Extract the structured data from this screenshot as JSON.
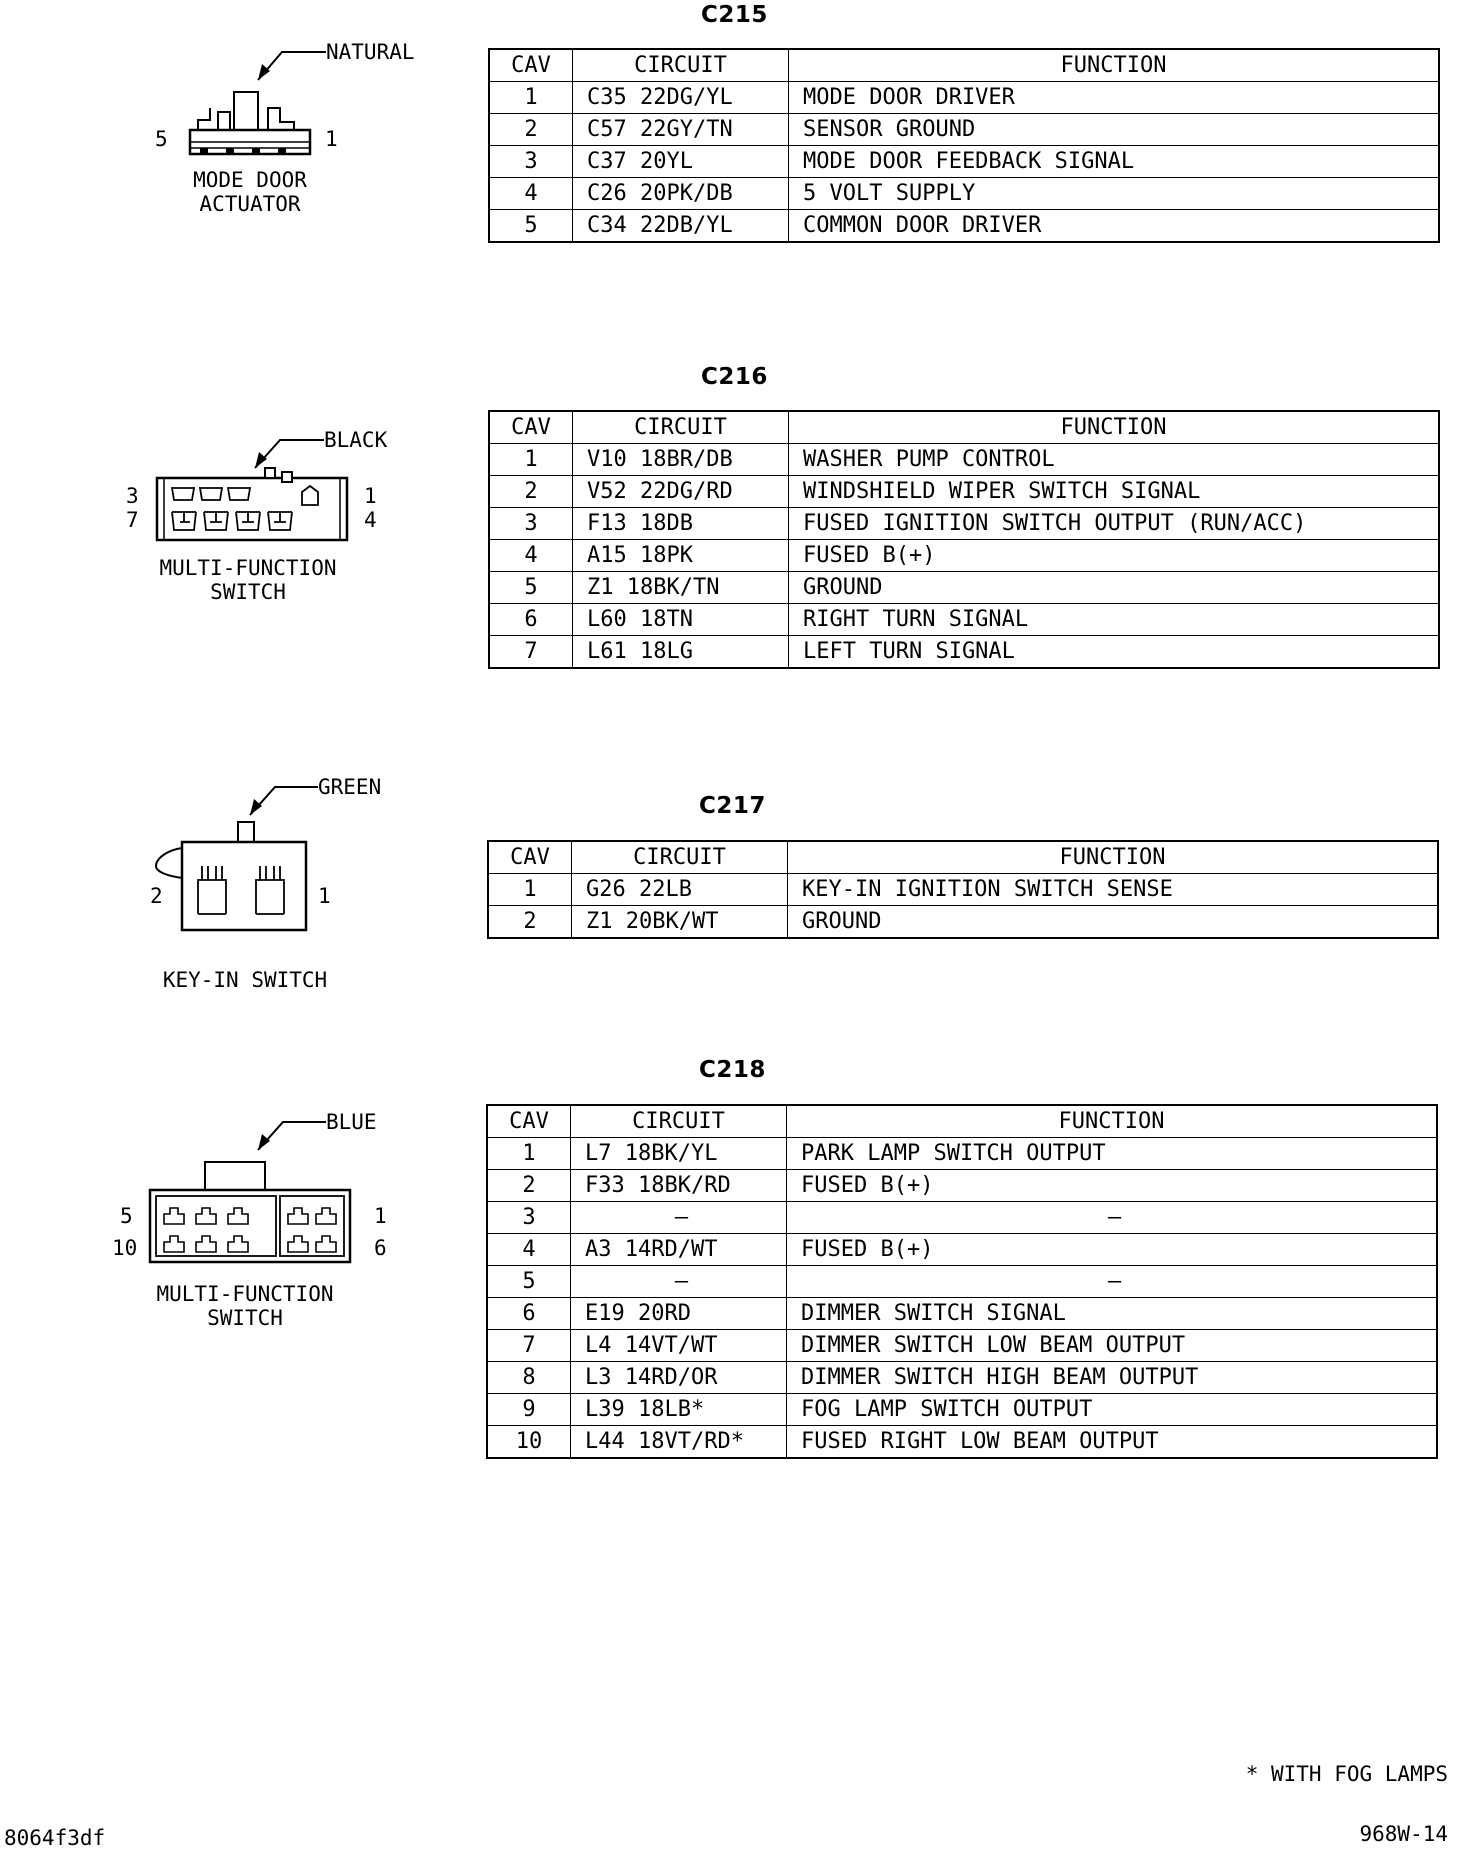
{
  "headers": {
    "cav": "CAV",
    "circuit": "CIRCUIT",
    "function": "FUNCTION"
  },
  "connectors": [
    {
      "id": "C215",
      "color": "NATURAL",
      "component": [
        "MODE DOOR",
        "ACTUATOR"
      ],
      "pins": [
        "5",
        "1"
      ],
      "rows": [
        {
          "cav": "1",
          "circuit": "C35  22DG/YL",
          "function": "MODE DOOR DRIVER"
        },
        {
          "cav": "2",
          "circuit": "C57  22GY/TN",
          "function": "SENSOR GROUND"
        },
        {
          "cav": "3",
          "circuit": "C37  20YL",
          "function": "MODE DOOR FEEDBACK SIGNAL"
        },
        {
          "cav": "4",
          "circuit": "C26  20PK/DB",
          "function": "5 VOLT SUPPLY"
        },
        {
          "cav": "5",
          "circuit": "C34  22DB/YL",
          "function": "COMMON DOOR DRIVER"
        }
      ]
    },
    {
      "id": "C216",
      "color": "BLACK",
      "component": [
        "MULTI-FUNCTION",
        "SWITCH"
      ],
      "pins": [
        "3",
        "7",
        "1",
        "4"
      ],
      "rows": [
        {
          "cav": "1",
          "circuit": "V10  18BR/DB",
          "function": "WASHER PUMP CONTROL"
        },
        {
          "cav": "2",
          "circuit": "V52  22DG/RD",
          "function": "WINDSHIELD WIPER SWITCH SIGNAL"
        },
        {
          "cav": "3",
          "circuit": "F13  18DB",
          "function": "FUSED IGNITION SWITCH OUTPUT (RUN/ACC)"
        },
        {
          "cav": "4",
          "circuit": "A15  18PK",
          "function": "FUSED B(+)"
        },
        {
          "cav": "5",
          "circuit": "Z1  18BK/TN",
          "function": "GROUND"
        },
        {
          "cav": "6",
          "circuit": "L60  18TN",
          "function": "RIGHT TURN SIGNAL"
        },
        {
          "cav": "7",
          "circuit": "L61  18LG",
          "function": "LEFT TURN SIGNAL"
        }
      ]
    },
    {
      "id": "C217",
      "color": "GREEN",
      "component": [
        "KEY-IN SWITCH"
      ],
      "pins": [
        "2",
        "1"
      ],
      "rows": [
        {
          "cav": "1",
          "circuit": "G26  22LB",
          "function": "KEY-IN IGNITION SWITCH SENSE"
        },
        {
          "cav": "2",
          "circuit": "Z1  20BK/WT",
          "function": "GROUND"
        }
      ]
    },
    {
      "id": "C218",
      "color": "BLUE",
      "component": [
        "MULTI-FUNCTION",
        "SWITCH"
      ],
      "pins": [
        "5",
        "10",
        "1",
        "6"
      ],
      "rows": [
        {
          "cav": "1",
          "circuit": "L7  18BK/YL",
          "function": "PARK LAMP SWITCH OUTPUT"
        },
        {
          "cav": "2",
          "circuit": "F33  18BK/RD",
          "function": "FUSED B(+)"
        },
        {
          "cav": "3",
          "circuit": "–",
          "function": "–"
        },
        {
          "cav": "4",
          "circuit": "A3  14RD/WT",
          "function": "FUSED B(+)"
        },
        {
          "cav": "5",
          "circuit": "–",
          "function": "–"
        },
        {
          "cav": "6",
          "circuit": "E19  20RD",
          "function": "DIMMER SWITCH SIGNAL"
        },
        {
          "cav": "7",
          "circuit": "L4  14VT/WT",
          "function": "DIMMER SWITCH LOW BEAM OUTPUT"
        },
        {
          "cav": "8",
          "circuit": "L3  14RD/OR",
          "function": "DIMMER SWITCH HIGH BEAM OUTPUT"
        },
        {
          "cav": "9",
          "circuit": "L39  18LB*",
          "function": "FOG LAMP SWITCH OUTPUT"
        },
        {
          "cav": "10",
          "circuit": "L44  18VT/RD*",
          "function": "FUSED RIGHT LOW BEAM OUTPUT"
        }
      ]
    }
  ],
  "footnote": "* WITH FOG LAMPS",
  "footer_left": "8064f3df",
  "footer_right": "968W-14"
}
